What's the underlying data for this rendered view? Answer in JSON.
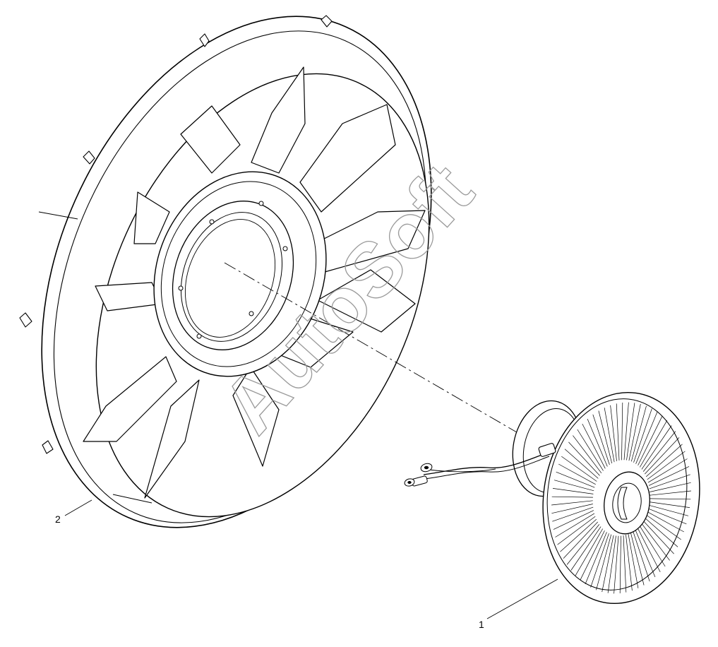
{
  "callouts": [
    {
      "id": "1",
      "label": "1"
    },
    {
      "id": "2",
      "label": "2"
    }
  ],
  "watermark": "AutoSoft"
}
